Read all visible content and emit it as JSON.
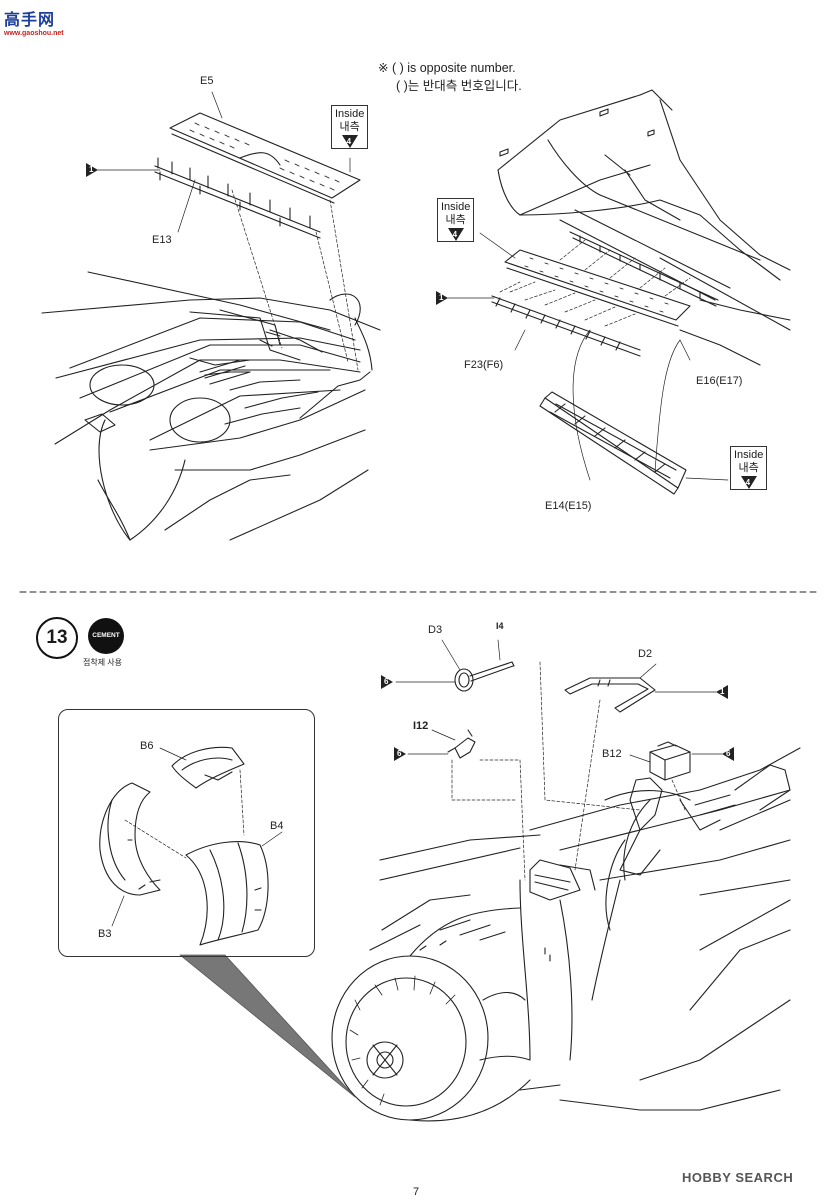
{
  "watermark_top": {
    "name": "高手网",
    "url": "www.gaoshou.net"
  },
  "notes": {
    "line1": "※ ( ) is opposite number.",
    "line2": "( )는 반대측 번호입니다."
  },
  "upper": {
    "labels": {
      "e5": "E5",
      "e13": "E13",
      "f23": "F23(F6)",
      "e16": "E16(E17)",
      "e14": "E14(E15)"
    },
    "inside_boxes": [
      {
        "line1": "Inside",
        "line2": "내측",
        "num": "4"
      },
      {
        "line1": "Inside",
        "line2": "내측",
        "num": "4"
      },
      {
        "line1": "Inside",
        "line2": "내측",
        "num": "4"
      }
    ],
    "pointer_nums": [
      "1",
      "1"
    ]
  },
  "lower": {
    "step_number": "13",
    "cement_label": "CEMENT",
    "cement_sub": "접착제 사용",
    "labels": {
      "d3": "D3",
      "d2": "D2",
      "i12": "I12",
      "b12": "B12",
      "b6": "B6",
      "b4": "B4",
      "b3": "B3",
      "i4": "I4"
    },
    "pointer_nums": [
      "6",
      "1",
      "6",
      "6"
    ]
  },
  "page_number": "7",
  "watermark_bottom": "HOBBY SEARCH"
}
